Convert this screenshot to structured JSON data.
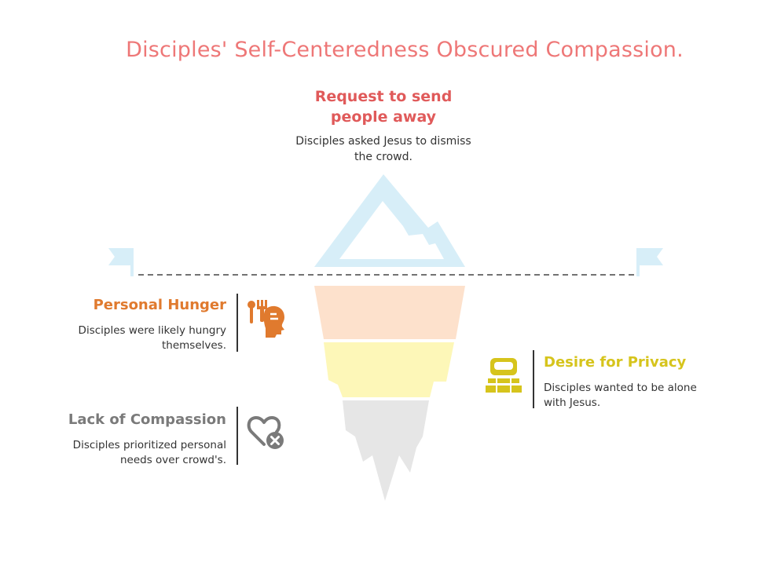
{
  "title": "Disciples' Self-Centeredness Obscured Compassion.",
  "top": {
    "heading_line1": "Request to send",
    "heading_line2": "people away",
    "desc_line1": "Disciples asked Jesus to dismiss",
    "desc_line2": "the crowd."
  },
  "layers": [
    {
      "heading": "Personal Hunger",
      "desc_line1": "Disciples were likely hungry",
      "desc_line2": "themselves.",
      "icon": "hungry-person-icon",
      "color": "#e07a2e",
      "band_color": "#fde1cc"
    },
    {
      "heading": "Desire for Privacy",
      "desc_line1": "Disciples wanted to be alone",
      "desc_line2": "with Jesus.",
      "icon": "privacy-icon",
      "color": "#d6c41c",
      "band_color": "#fdf7b8"
    },
    {
      "heading": "Lack of Compassion",
      "desc_line1": "Disciples prioritized personal",
      "desc_line2": "needs over crowd's.",
      "icon": "heart-cancel-icon",
      "color": "#7a7a7a",
      "band_color": "#e6e6e6"
    }
  ],
  "colors": {
    "title": "#ee7777",
    "peak": "#d7eef8",
    "flag": "#d7eef8",
    "waterline": "#444444"
  }
}
